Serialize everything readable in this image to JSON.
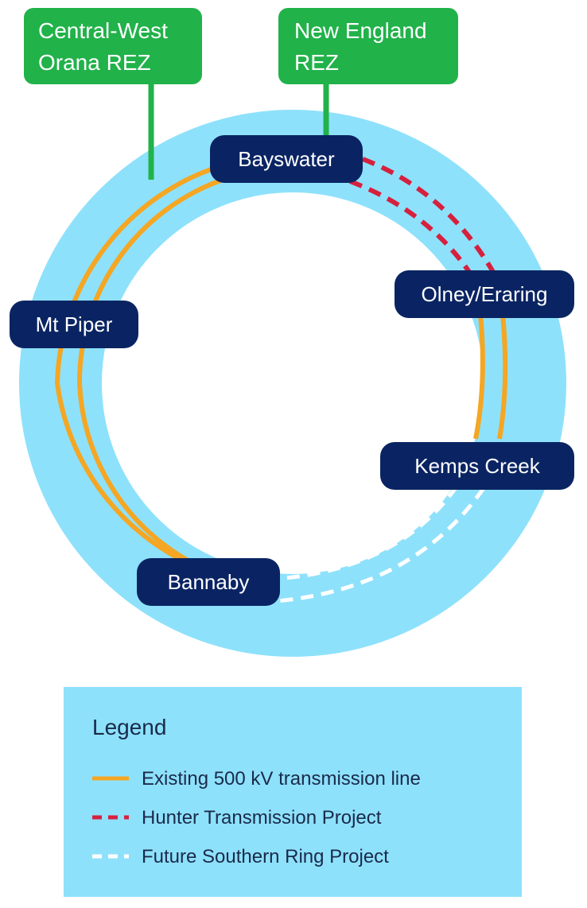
{
  "colors": {
    "ring": "#8ee1fb",
    "node": "#0a2463",
    "rez": "#21b24a",
    "existing_line": "#f5a623",
    "hunter_line": "#d6203e",
    "future_line": "#ffffff",
    "legend_bg": "#8ee1fb",
    "text_dark": "#1a2a4a"
  },
  "rez": [
    {
      "line1": "Central-West",
      "line2": "Orana REZ"
    },
    {
      "line1": "New England",
      "line2": "REZ"
    }
  ],
  "nodes": {
    "bayswater": "Bayswater",
    "olney": "Olney/Eraring",
    "mt_piper": "Mt Piper",
    "kemps_creek": "Kemps Creek",
    "bannaby": "Bannaby"
  },
  "legend": {
    "title": "Legend",
    "items": [
      {
        "label": "Existing 500 kV transmission line",
        "style": "solid",
        "color_key": "existing_line"
      },
      {
        "label": "Hunter Transmission Project",
        "style": "dashed",
        "color_key": "hunter_line"
      },
      {
        "label": "Future Southern Ring Project",
        "style": "dashed",
        "color_key": "future_line"
      }
    ]
  }
}
